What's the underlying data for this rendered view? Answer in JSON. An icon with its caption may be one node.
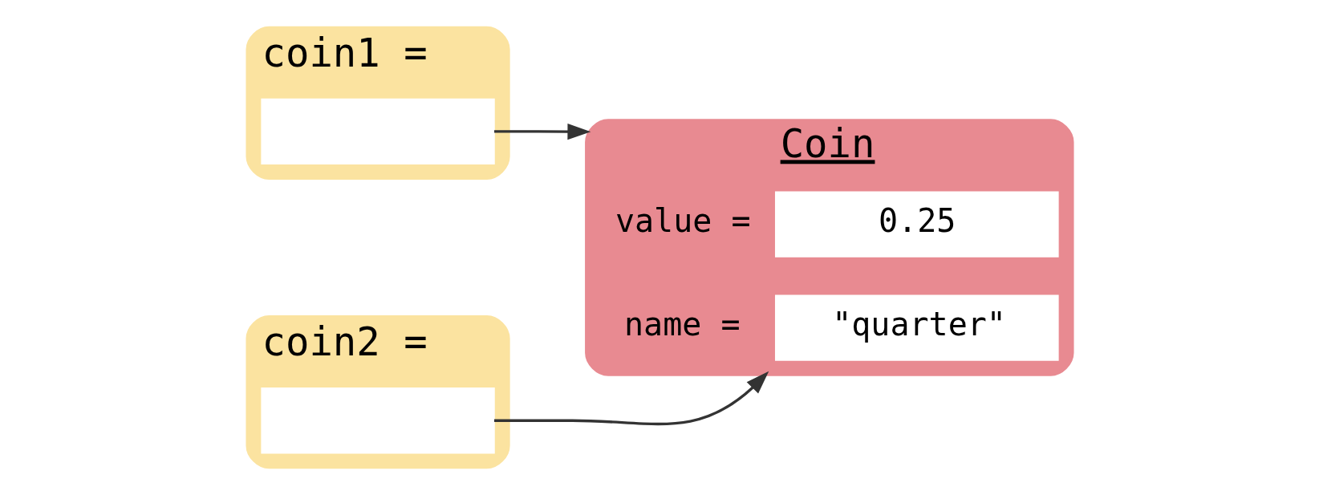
{
  "diagram": {
    "nodes": [
      {
        "text": [
          "coin1 ="
        ]
      },
      {
        "text": [],
        "shape": "box",
        "in": 0
      },
      {
        "text": [
          "coin2 ="
        ]
      },
      {
        "text": [],
        "shape": "box",
        "in": 2
      },
      {
        "text": [
          "Coin"
        ]
      },
      {
        "text": [
          "0.25"
        ],
        "in": 4,
        "beside": [
          "value ="
        ]
      },
      {
        "text": [
          "\"quarter\""
        ],
        "in": 4,
        "beside": [
          "name ="
        ]
      }
    ],
    "edges": [
      {
        "from": 1,
        "to": 4,
        "arrow": "to"
      },
      {
        "from": 3,
        "to": 4,
        "arrow": "to"
      }
    ]
  }
}
